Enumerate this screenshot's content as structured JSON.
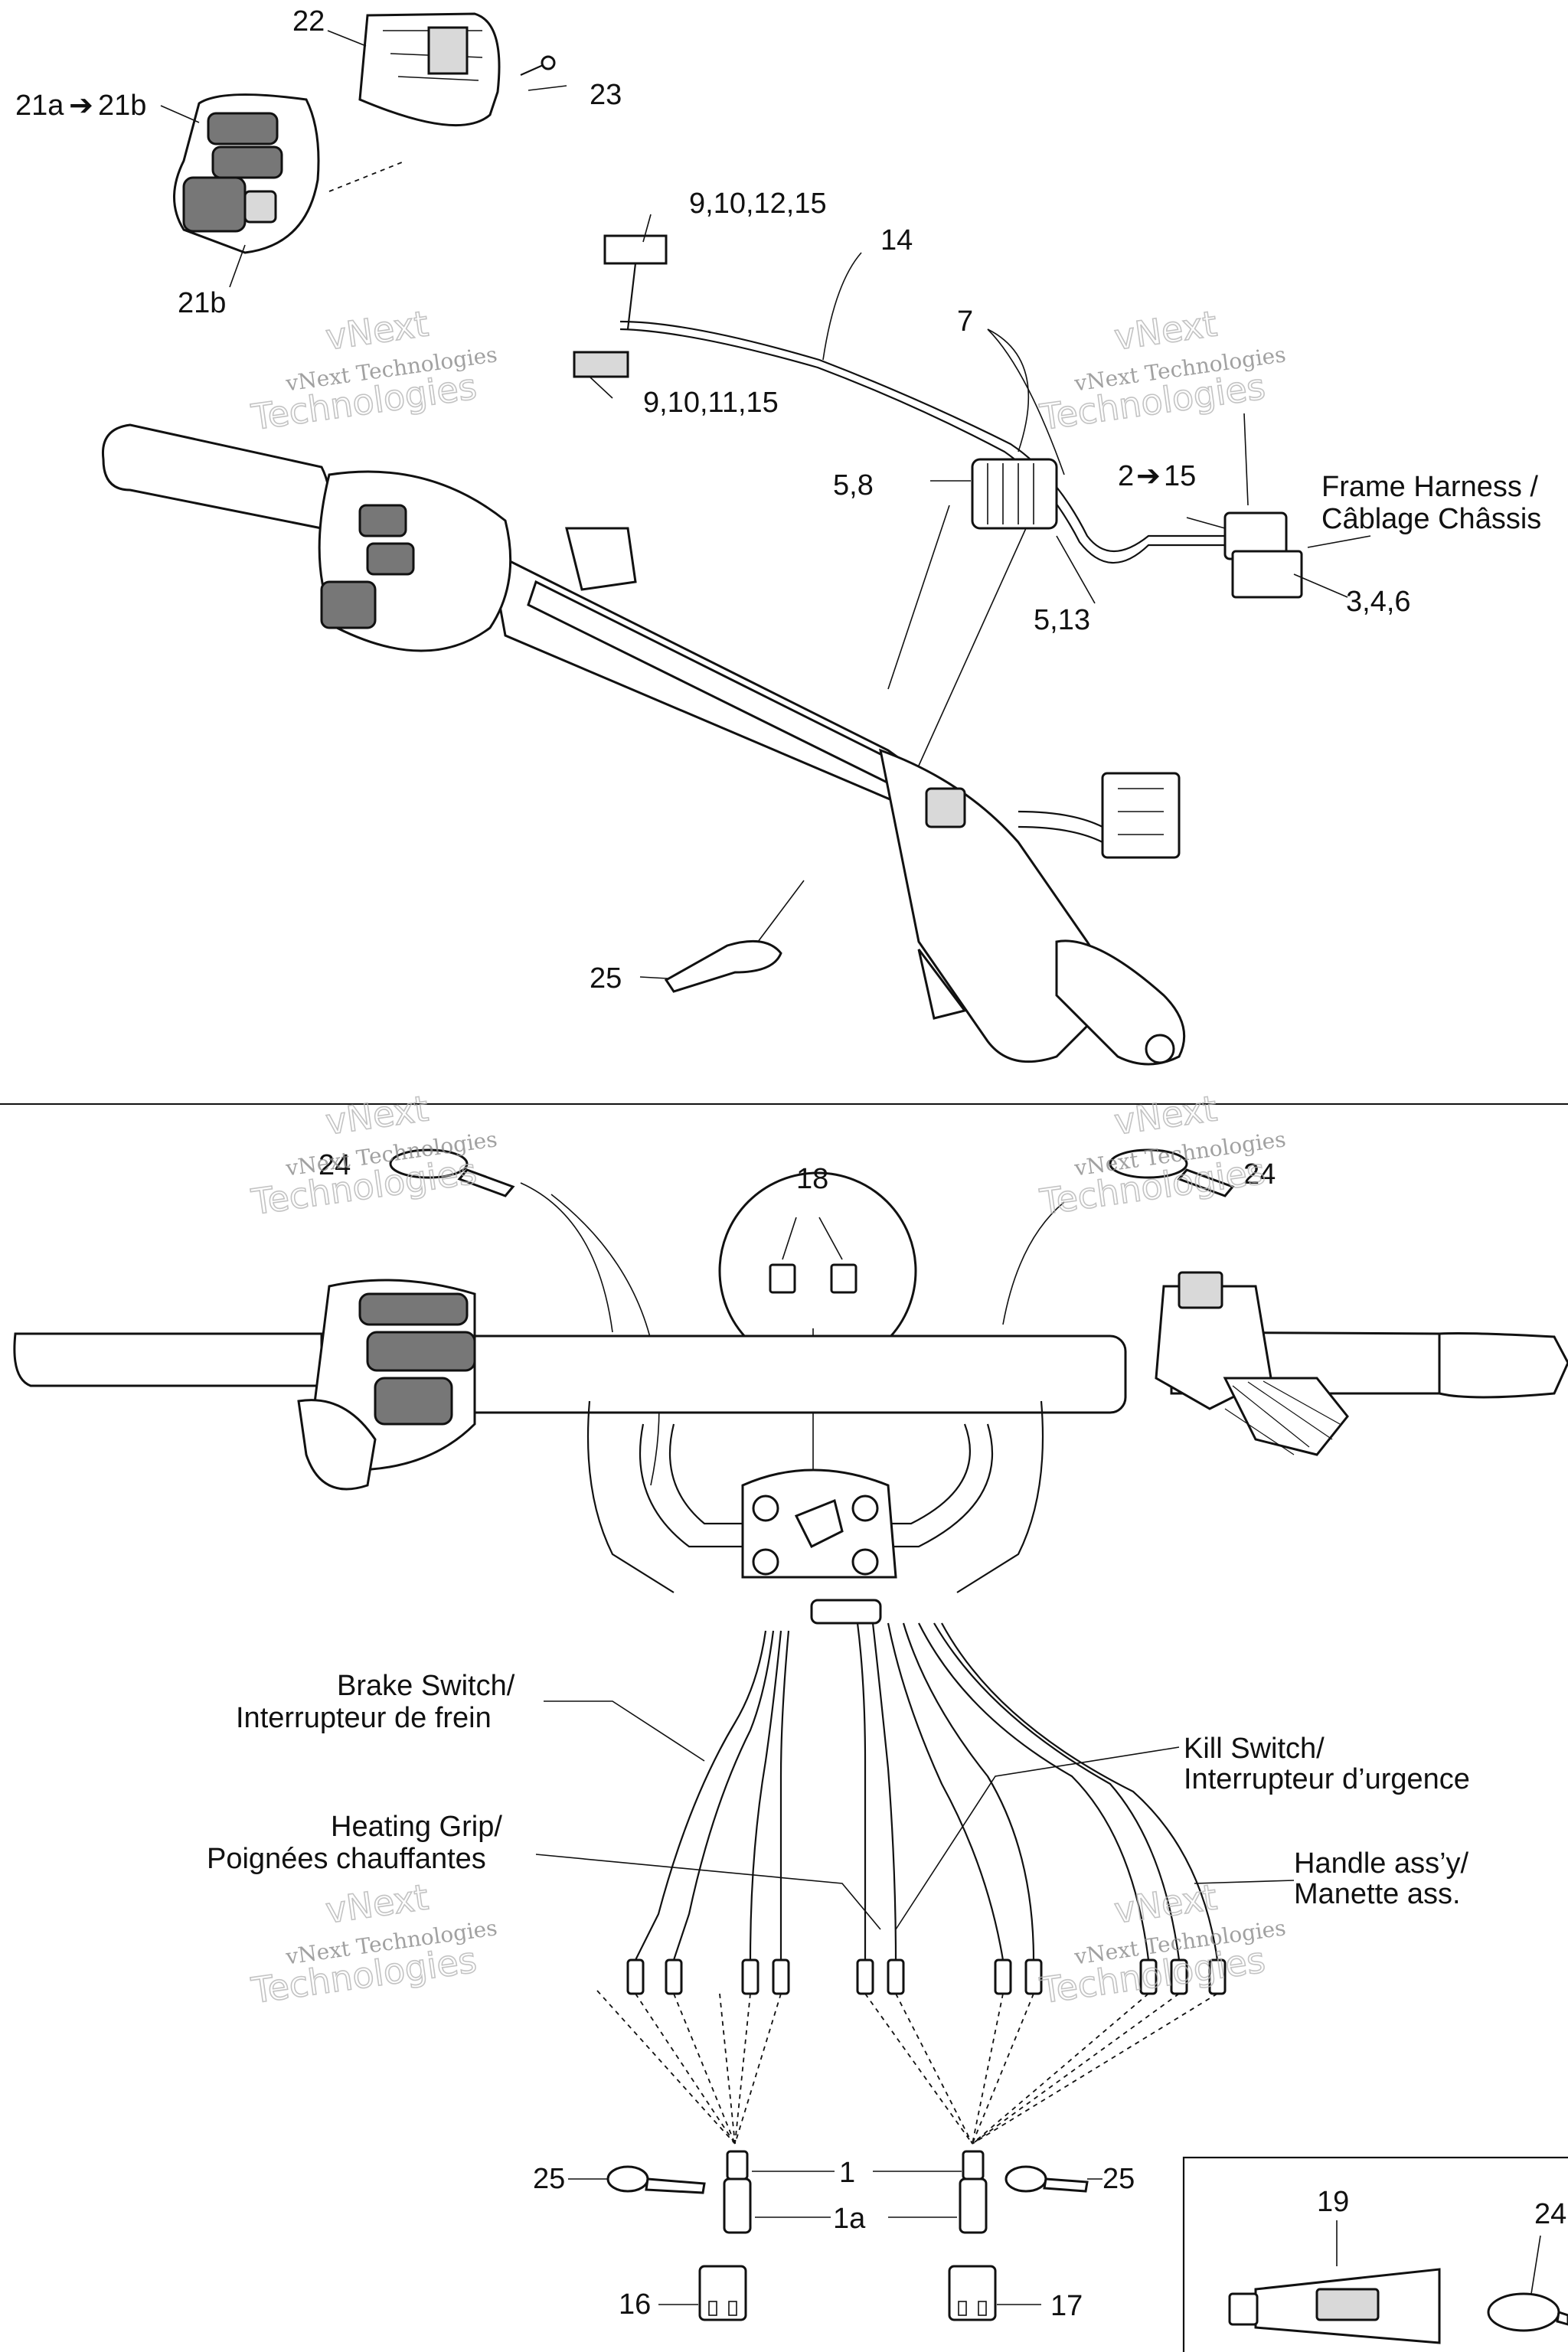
{
  "upper_view": {
    "callouts": [
      "22",
      "23",
      "21a",
      "21b",
      "21b",
      "9,10,12,15",
      "14",
      "9,10,11,15",
      "7",
      "5,8",
      "2",
      "15",
      "5,13",
      "3,4,6",
      "25"
    ],
    "frame_harness_label": [
      "Frame Harness /",
      "Câblage Châssis"
    ]
  },
  "lower_view": {
    "callouts": [
      "24",
      "24",
      "18",
      "25",
      "1",
      "25",
      "1a",
      "16",
      "17",
      "19",
      "24"
    ],
    "wire_labels": {
      "brake_switch": [
        "Brake Switch/",
        "Interrupteur de frein"
      ],
      "kill_switch": [
        "Kill Switch/",
        "Interrupteur d’urgence"
      ],
      "heating_grip": [
        "Heating Grip/",
        "Poignées chauffantes"
      ],
      "handle_assy": [
        "Handle ass’y/",
        "Manette ass."
      ]
    }
  },
  "watermark": {
    "line1": "vNext Technologies",
    "line2a": "vNext",
    "line2b": "Technologies"
  }
}
